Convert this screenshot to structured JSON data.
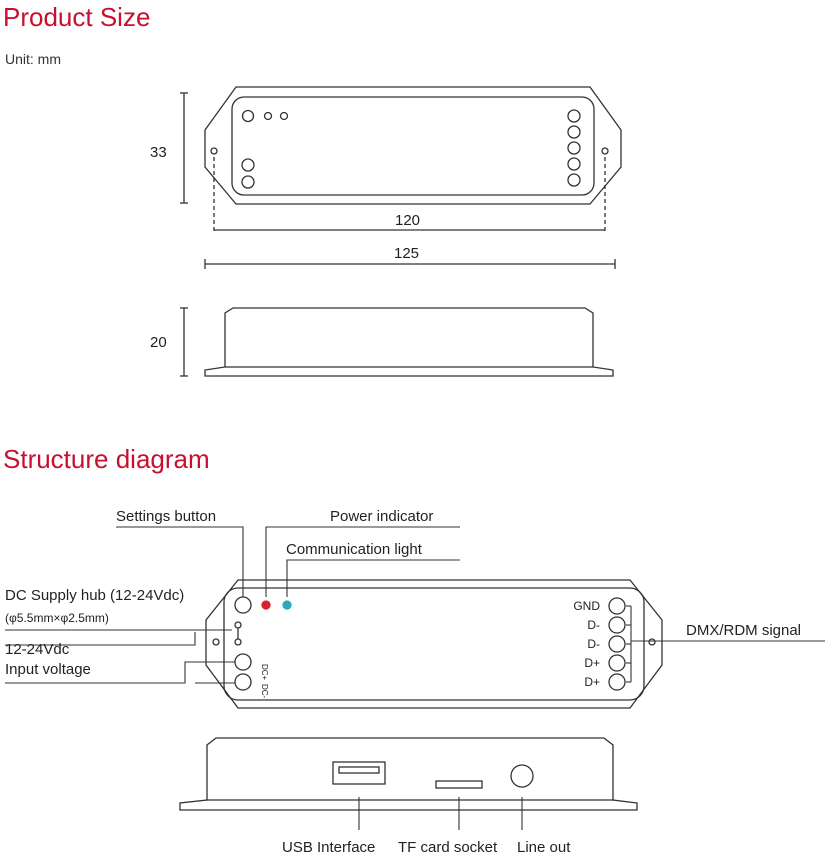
{
  "product_size": {
    "title": "Product Size",
    "unit": "Unit:  mm",
    "dims": {
      "height": "33",
      "hole_spacing": "120",
      "length": "125",
      "thickness": "20"
    }
  },
  "structure": {
    "title": "Structure diagram",
    "labels": {
      "settings_button": "Settings button",
      "power_indicator": "Power indicator",
      "communication_light": "Communication light",
      "dc_supply_line1": "DC Supply hub (12-24Vdc)",
      "dc_supply_line2": "(φ5.5mm×φ2.5mm)",
      "input_voltage_line1": "12-24Vdc",
      "input_voltage_line2": "Input voltage",
      "dmx_rdm": "DMX/RDM signal",
      "usb": "USB Interface",
      "tf_card": "TF card socket",
      "line_out": "Line out"
    },
    "pins": [
      "GND",
      "D-",
      "D-",
      "D+",
      "D+"
    ],
    "power_pins": [
      "DC+",
      "DC-"
    ],
    "led_colors": {
      "power": "#d8222f",
      "communication": "#2aa9b8"
    }
  }
}
